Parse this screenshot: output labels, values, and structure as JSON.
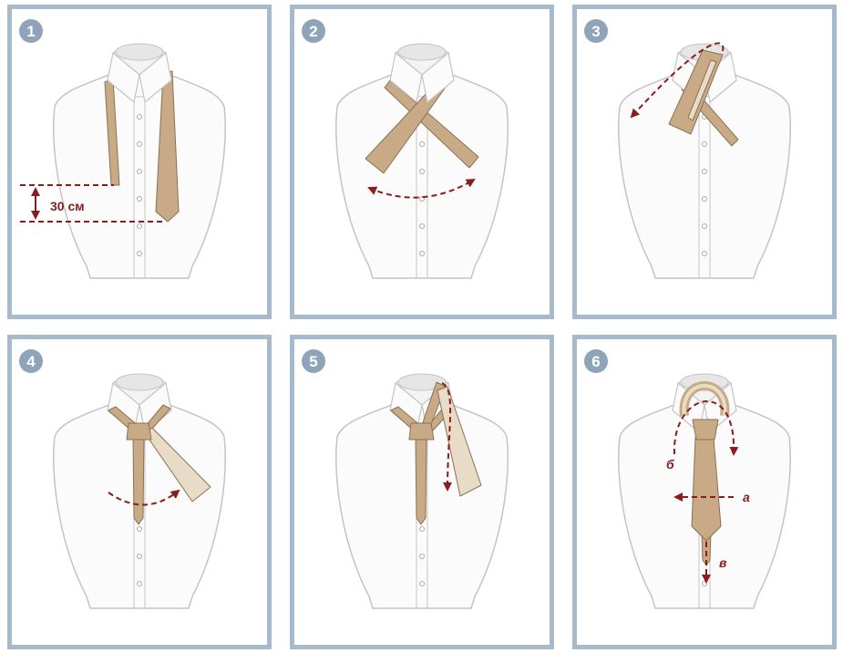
{
  "colors": {
    "frame": "#a7bacb",
    "badge": "#8fa4b9",
    "tie": "#c8ab86",
    "tie_outline": "#8a7152",
    "tie_light": "#e8dcc9",
    "arrow": "#8b1c1c",
    "shirt_fill": "#fbfbfb",
    "shirt_outline": "#c4c4c4"
  },
  "steps": [
    {
      "number": "1"
    },
    {
      "number": "2"
    },
    {
      "number": "3"
    },
    {
      "number": "4"
    },
    {
      "number": "5"
    },
    {
      "number": "6"
    }
  ],
  "labels": {
    "length": "30 см",
    "a": "а",
    "b": "б",
    "v": "в"
  }
}
